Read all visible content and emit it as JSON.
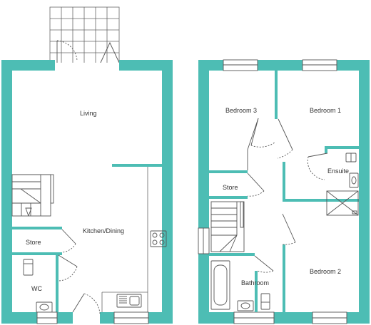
{
  "colors": {
    "wall": "#4dbdb4",
    "line": "#555555",
    "fixture": "#666666",
    "text": "#333333",
    "background": "#ffffff"
  },
  "ground_floor": {
    "rooms": {
      "living": "Living",
      "kitchen_dining": "Kitchen/Dining",
      "store": "Store",
      "wc": "WC"
    }
  },
  "first_floor": {
    "rooms": {
      "bedroom_1": "Bedroom 1",
      "bedroom_2": "Bedroom 2",
      "bedroom_3": "Bedroom 3",
      "ensuite": "Ensuite",
      "store": "Store",
      "bathroom": "Bathroom"
    }
  },
  "icons": [
    "stair-icon",
    "door-swing-icon",
    "window-icon",
    "hob-icon",
    "sink-icon",
    "toilet-icon",
    "bath-icon",
    "shower-icon",
    "patio-icon"
  ]
}
